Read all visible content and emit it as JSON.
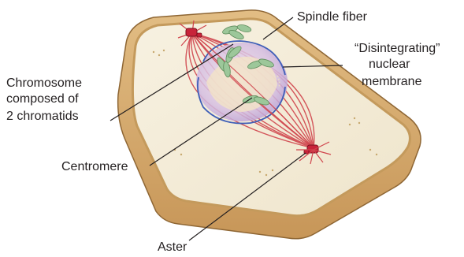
{
  "labels": {
    "spindle_fiber": "Spindle fiber",
    "disintegrating_line1": "“Disintegrating”",
    "disintegrating_line2": "nuclear",
    "disintegrating_line3": "membrane",
    "chromosome_line1": "Chromosome",
    "chromosome_line2": "composed of",
    "chromosome_line3": "2 chromatids",
    "centromere": "Centromere",
    "aster": "Aster"
  },
  "colors": {
    "cell_wall": "#d7b27a",
    "cell_wall_dark": "#b8894e",
    "cytoplasm": "#f3ebd6",
    "spindle": "#d0454d",
    "nucleus_fill": "#c9b6e0",
    "nuclear_membrane": "#3f5fb8",
    "chromatid": "#9cc79a",
    "centriole": "#c8243a",
    "leader": "#231f20"
  }
}
